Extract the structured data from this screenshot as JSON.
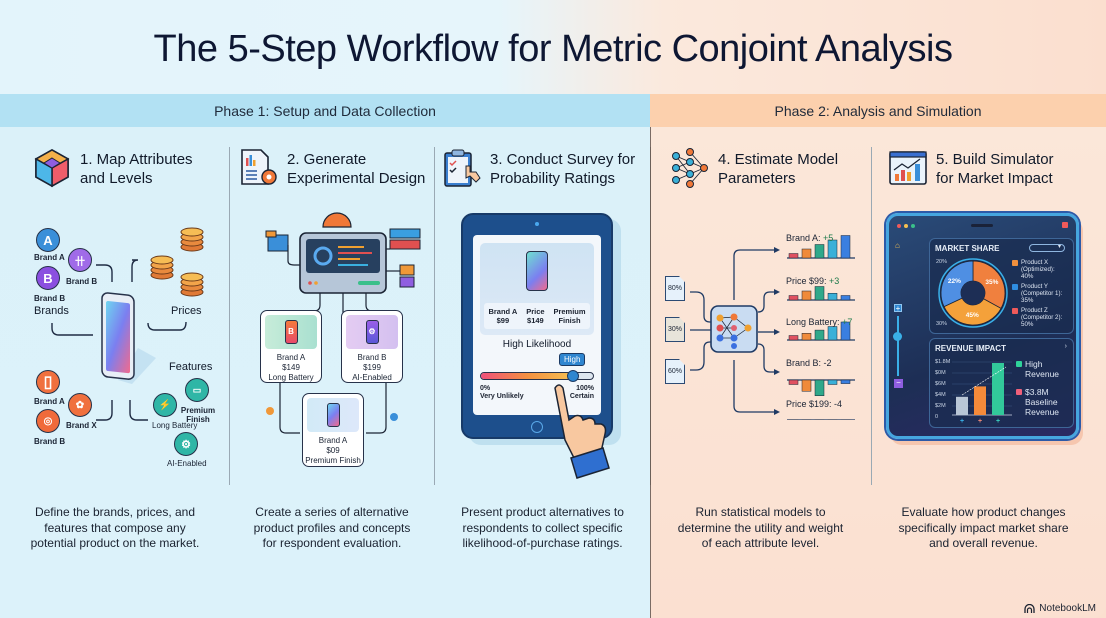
{
  "title": "The 5-Step Workflow for Metric Conjoint Analysis",
  "phases": [
    {
      "label": "Phase 1: Setup and Data Collection",
      "color": "#b2e1f3"
    },
    {
      "label": "Phase 2: Analysis and Simulation",
      "color": "#fcd0ad"
    }
  ],
  "steps": [
    {
      "title_line1": "1. Map Attributes",
      "title_line2": "and Levels",
      "icon": "cube-icon",
      "description": [
        "Define the brands, prices, and",
        "features that compose any",
        "potential product on the market."
      ],
      "diagram": {
        "group_labels": {
          "brands": "Brands",
          "prices": "Prices",
          "features": "Features"
        },
        "brand_items": [
          "A",
          "Brand A",
          "B",
          "Brand B",
          "Brand B"
        ],
        "brand_bottom_items": [
          "Brand A",
          "Brand X",
          "Brand B"
        ],
        "feature_items": [
          "Long Battery",
          "Premium Finish",
          "AI-Enabled"
        ]
      }
    },
    {
      "title_line1": "2. Generate",
      "title_line2": "Experimental Design",
      "icon": "document-gear-icon",
      "description": [
        "Create a series of alternative",
        "product profiles and concepts",
        "for respondent evaluation."
      ],
      "cards": [
        {
          "lines": [
            "Brand A",
            "$149",
            "Long Battery"
          ],
          "glyph": "B"
        },
        {
          "lines": [
            "Brand B",
            "$199",
            "AI-Enabled"
          ],
          "glyph": "⚙"
        },
        {
          "lines": [
            "Brand A",
            "$09",
            "Premium Finish"
          ],
          "glyph": ""
        }
      ]
    },
    {
      "title_line1": "3. Conduct Survey for",
      "title_line2": "Probability Ratings",
      "icon": "clipboard-hand-icon",
      "description": [
        "Present product alternatives to",
        "respondents to collect specific",
        "likelihood-of-purchase ratings."
      ],
      "survey": {
        "attributes": [
          {
            "line1": "Brand A",
            "line2": "$99"
          },
          {
            "line1": "Price",
            "line2": "$149"
          },
          {
            "line1": "Premium",
            "line2": "Finish"
          }
        ],
        "heading": "High Likelihood",
        "tooltip": "High",
        "slider_value": 0.82,
        "min_label_1": "0%",
        "min_label_2": "Very Unlikely",
        "max_label_1": "100%",
        "max_label_2": "Certain"
      }
    },
    {
      "title_line1": "4. Estimate Model",
      "title_line2": "Parameters",
      "icon": "neural-network-icon",
      "description": [
        "Run statistical models to",
        "determine the utility and weight",
        "of each attribute level."
      ],
      "inputs": [
        "80%",
        "30%",
        "60%"
      ],
      "params": [
        {
          "label": "Brand A:",
          "value": "+5",
          "bars": [
            1,
            2,
            3,
            4,
            5
          ]
        },
        {
          "label": "Price $99:",
          "value": "+3",
          "bars": [
            1,
            2,
            3,
            1.5,
            1
          ]
        },
        {
          "label": "Long Battery:",
          "value": "+7",
          "bars": [
            1,
            1.5,
            2.2,
            3,
            4
          ]
        },
        {
          "label": "Brand B:",
          "value": "-2",
          "bars": [
            -1,
            -2.5,
            -3.5,
            -1,
            -0.8
          ]
        },
        {
          "label": "Price $199:",
          "value": "-4",
          "bars": [
            -1,
            -1.8,
            -2.8,
            -3.5,
            -2
          ]
        }
      ]
    },
    {
      "title_line1": "5. Build Simulator",
      "title_line2": "for Market Impact",
      "icon": "dashboard-chart-icon",
      "description": [
        "Evaluate how product changes",
        "specifically impact market share",
        "and overall revenue."
      ],
      "simulator": {
        "market_share_title": "MARKET SHARE",
        "slices": [
          {
            "label": "35%",
            "value": 33,
            "color": "#f0803e"
          },
          {
            "label": "45%",
            "value": 35,
            "color": "#f4a13a"
          },
          {
            "label": "22%",
            "value": 32,
            "color": "#4f8fe3"
          }
        ],
        "outer_labels": [
          "20%",
          "30%"
        ],
        "legend": [
          {
            "lines": [
              "Product X",
              "(Optimized):",
              "40%"
            ],
            "color": "#f0903e"
          },
          {
            "lines": [
              "Product Y",
              "(Competitor 1):",
              "35%"
            ],
            "color": "#2f8de0"
          },
          {
            "lines": [
              "Product Z",
              "(Competitor 2):",
              "50%"
            ],
            "color": "#ef5a5a"
          }
        ],
        "revenue_title": "REVENUE IMPACT",
        "y_ticks": [
          "$1.8M",
          "$0M",
          "$6M",
          "$4M",
          "$2M",
          "0"
        ],
        "bars": [
          0.35,
          0.55,
          1.0
        ],
        "bar_colors": [
          "#b9c6d6",
          "#f48a3a",
          "#32c89a"
        ],
        "legend_revenue": [
          {
            "lines": [
              "High",
              "Revenue"
            ],
            "color": "#2fd39a"
          },
          {
            "lines": [
              "$3.8M",
              "Baseline",
              "Revenue"
            ],
            "color": "#f0607a"
          }
        ]
      }
    }
  ],
  "footer": "NotebookLM"
}
